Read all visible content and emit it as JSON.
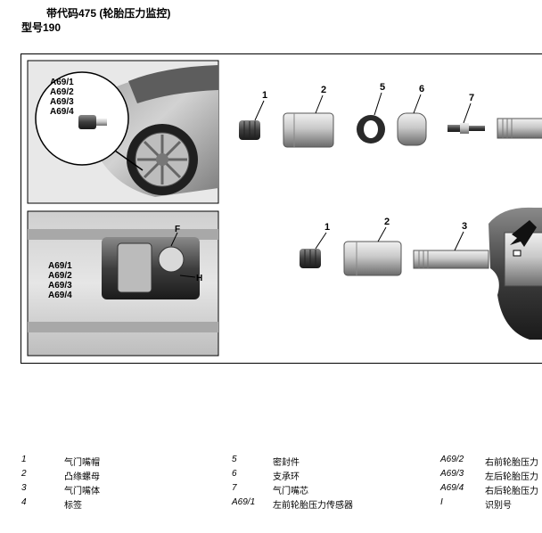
{
  "header": {
    "title": "带代码475 (轮胎压力监控)",
    "model": "型号190"
  },
  "figure": {
    "callouts_top": [
      "1",
      "2",
      "5",
      "6",
      "7"
    ],
    "callouts_bottom": [
      "1",
      "2",
      "3"
    ],
    "inset_top_labels": [
      "A69/1",
      "A69/2",
      "A69/3",
      "A69/4"
    ],
    "inset_bottom_labels": [
      "A69/1",
      "A69/2",
      "A69/3",
      "A69/4"
    ],
    "inset_bottom_F": "F",
    "inset_bottom_H": "H"
  },
  "legend": [
    {
      "num": "1",
      "text": "气门嘴帽"
    },
    {
      "num": "2",
      "text": "凸缘螺母"
    },
    {
      "num": "3",
      "text": "气门嘴体"
    },
    {
      "num": "4",
      "text": "标签"
    },
    {
      "num": "5",
      "text": "密封件"
    },
    {
      "num": "6",
      "text": "支承环"
    },
    {
      "num": "7",
      "text": "气门嘴芯"
    },
    {
      "num": "A69/1",
      "text": "左前轮胎压力传感器"
    },
    {
      "num": "A69/2",
      "text": "右前轮胎压力"
    },
    {
      "num": "A69/3",
      "text": "左后轮胎压力"
    },
    {
      "num": "A69/4",
      "text": "右后轮胎压力"
    },
    {
      "num": "I",
      "text": "识别号"
    }
  ]
}
